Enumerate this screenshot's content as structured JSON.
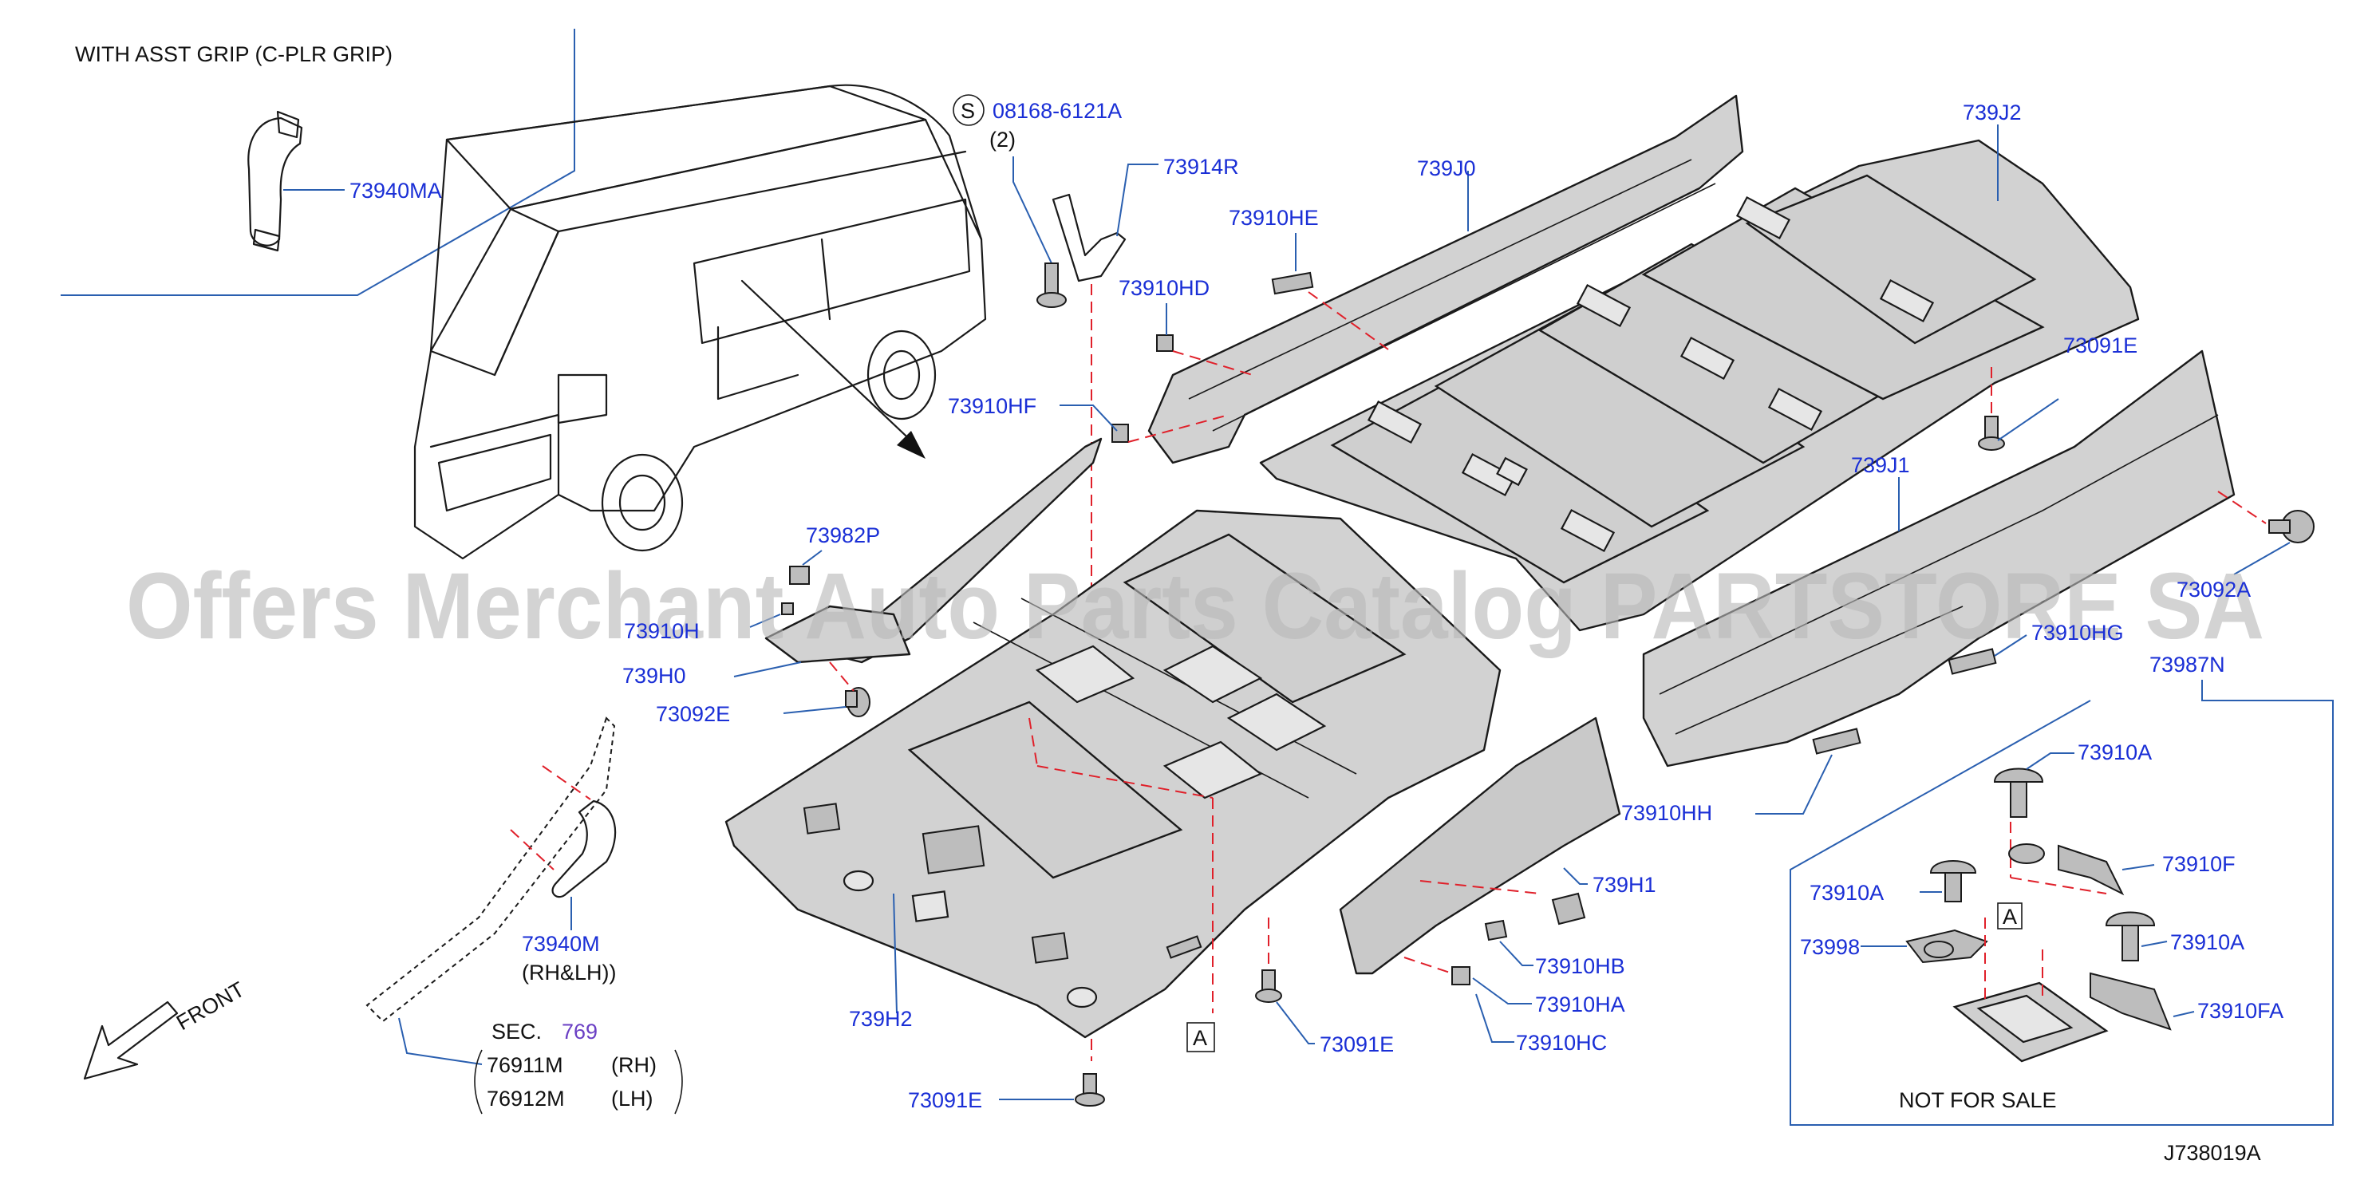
{
  "header_note": "WITH   ASST   GRIP   (C-PLR   GRIP)",
  "watermark": "Offers Merchant Auto Parts Catalog PARTSTORE SA",
  "diagram_id": "J738019A",
  "not_for_sale": "NOT   FOR   SALE",
  "front_label": "FRONT",
  "bolt_symbol": "S",
  "box_letter": "A",
  "colors": {
    "part_label": "#1a2fd6",
    "leader": "#2a5fb0",
    "dash": "#e0202a",
    "section_ref": "#6a3fc4"
  },
  "labels": {
    "l_73940MA": "73940MA",
    "l_08168": "08168-6121A",
    "l_qty2": "(2)",
    "l_73914R": "73914R",
    "l_739J0": "739J0",
    "l_739J2": "739J2",
    "l_73910HE": "73910HE",
    "l_73910HD": "73910HD",
    "l_73910HF": "73910HF",
    "l_73091E_a": "73091E",
    "l_739J1": "739J1",
    "l_73982P": "73982P",
    "l_73910H_partial": "73910H",
    "l_739H0": "739H0",
    "l_73092E_a": "73092E",
    "l_73092A_partial": "73092A",
    "l_73910HG_partial": "73910HG",
    "l_73987N": "73987N",
    "l_73910HH": "73910HH",
    "l_73910A_a": "73910A",
    "l_73910F": "73910F",
    "l_73910A_b": "73910A",
    "l_73998": "73998",
    "l_73910A_c": "73910A",
    "l_73910FA": "73910FA",
    "l_739H1": "739H1",
    "l_73910HB": "73910HB",
    "l_73910HA": "73910HA",
    "l_73910HC": "73910HC",
    "l_739H2": "739H2",
    "l_73091E_b": "73091E",
    "l_73091E_c": "73091E",
    "l_73940M": "73940M",
    "l_rhlh": "(RH&LH))",
    "l_sec": "SEC.",
    "l_769": "769",
    "l_76911M": "76911M",
    "l_rh": "(RH)",
    "l_76912M": "76912M",
    "l_lh": "(LH)"
  }
}
